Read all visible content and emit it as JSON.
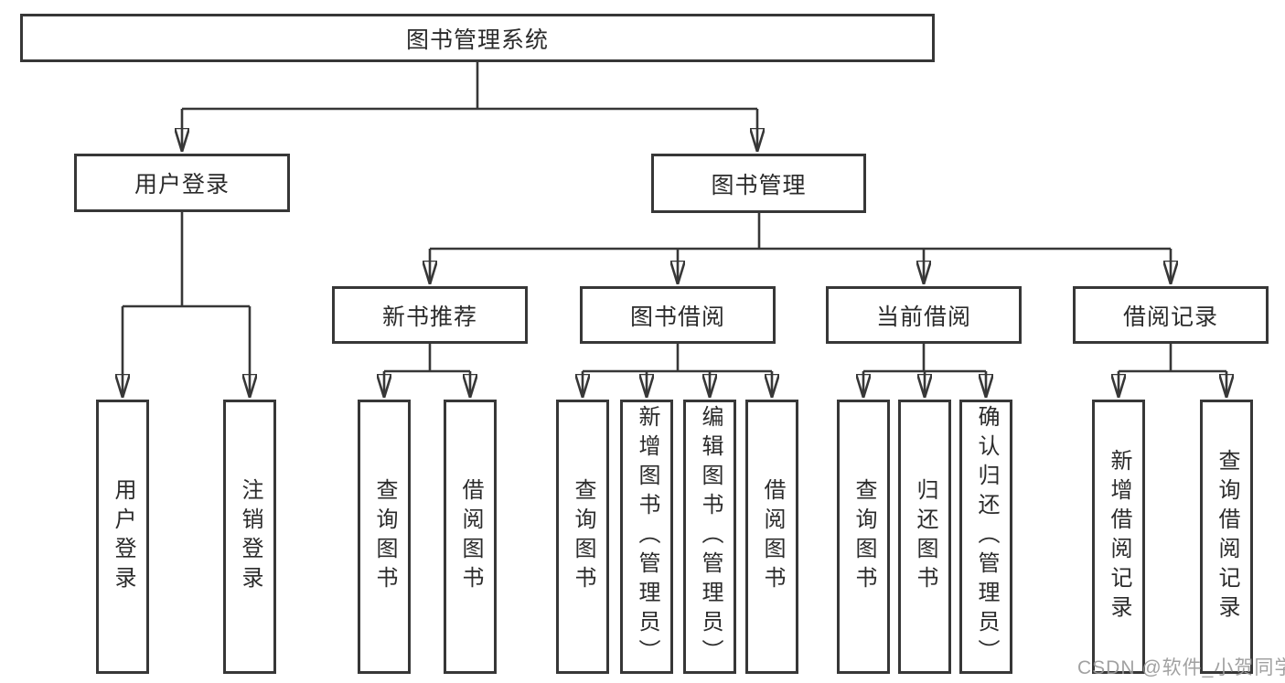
{
  "diagram_title": "图书管理系统",
  "nodes": {
    "root": {
      "label": "图书管理系统"
    },
    "user_login_group": {
      "label": "用户登录"
    },
    "book_mgmt_group": {
      "label": "图书管理"
    },
    "new_book_rec": {
      "label": "新书推荐"
    },
    "book_borrow": {
      "label": "图书借阅"
    },
    "current_borrow": {
      "label": "当前借阅"
    },
    "borrow_records": {
      "label": "借阅记录"
    },
    "leaf_user_login": {
      "label": "用户登录"
    },
    "leaf_logout": {
      "label": "注销登录"
    },
    "leaf_query_book_1": {
      "label": "查询图书"
    },
    "leaf_borrow_book_1": {
      "label": "借阅图书"
    },
    "leaf_query_book_2": {
      "label": "查询图书"
    },
    "leaf_add_book": {
      "label": "新增图书（管理员）"
    },
    "leaf_edit_book": {
      "label": "编辑图书（管理员）"
    },
    "leaf_borrow_book_2": {
      "label": "借阅图书"
    },
    "leaf_query_book_3": {
      "label": "查询图书"
    },
    "leaf_return_book": {
      "label": "归还图书"
    },
    "leaf_confirm_return": {
      "label": "确认归还（管理员）"
    },
    "leaf_add_borrow_record": {
      "label": "新增借阅记录"
    },
    "leaf_query_borrow_record": {
      "label": "查询借阅记录"
    }
  },
  "hierarchy": {
    "图书管理系统": {
      "用户登录": [
        "用户登录",
        "注销登录"
      ],
      "图书管理": {
        "新书推荐": [
          "查询图书",
          "借阅图书"
        ],
        "图书借阅": [
          "查询图书",
          "新增图书（管理员）",
          "编辑图书（管理员）",
          "借阅图书"
        ],
        "当前借阅": [
          "查询图书",
          "归还图书",
          "确认归还（管理员）"
        ],
        "借阅记录": [
          "新增借阅记录",
          "查询借阅记录"
        ]
      }
    }
  },
  "watermark": "CSDN @软件_小贺同学",
  "colors": {
    "line": "#373737",
    "box_border": "#373737",
    "text": "#2b2b2b",
    "watermark": "#9a9a9a",
    "background": "#ffffff"
  }
}
